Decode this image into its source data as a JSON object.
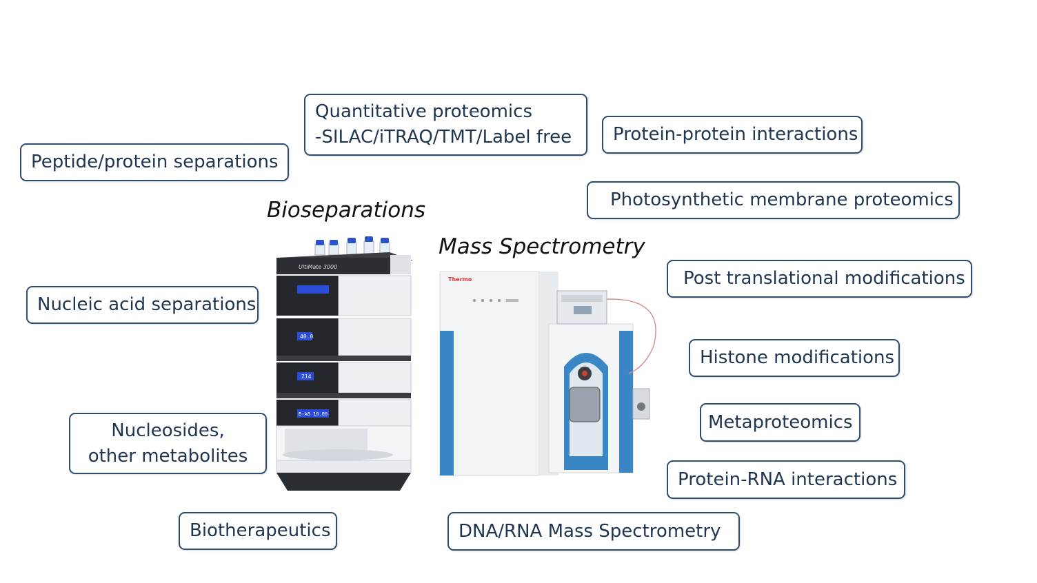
{
  "headings": {
    "bioseparations": "Bioseparations",
    "mass_spectrometry": "Mass Spectrometry"
  },
  "boxes": {
    "peptide_protein": "Peptide/protein separations",
    "quantitative_line1": "Quantitative proteomics",
    "quantitative_line2": "-SILAC/iTRAQ/TMT/Label free",
    "protein_protein": "Protein-protein interactions",
    "photosynthetic": "Photosynthetic membrane proteomics",
    "post_translational": "Post translational modifications",
    "nucleic_acid": "Nucleic acid separations",
    "histone": "Histone modifications",
    "nucleosides_line1": "Nucleosides,",
    "nucleosides_line2": "other metabolites",
    "metaproteomics": "Metaproteomics",
    "protein_rna": "Protein-RNA interactions",
    "biotherapeutics": "Biotherapeutics",
    "dna_rna_ms": "DNA/RNA Mass Spectrometry"
  },
  "instruments": {
    "hplc_logo": "UltiMate 3000",
    "hplc_display_1": "40.0",
    "hplc_display_2": "214",
    "hplc_display_3": "B-A8   10.00",
    "ms_brand": "Thermo"
  },
  "colors": {
    "box_border": "#2f4b6e",
    "box_text": "#1f3550",
    "ms_accent": "#3b86c4",
    "hplc_panel": "#23262b",
    "hplc_display": "#2a4cd8"
  }
}
